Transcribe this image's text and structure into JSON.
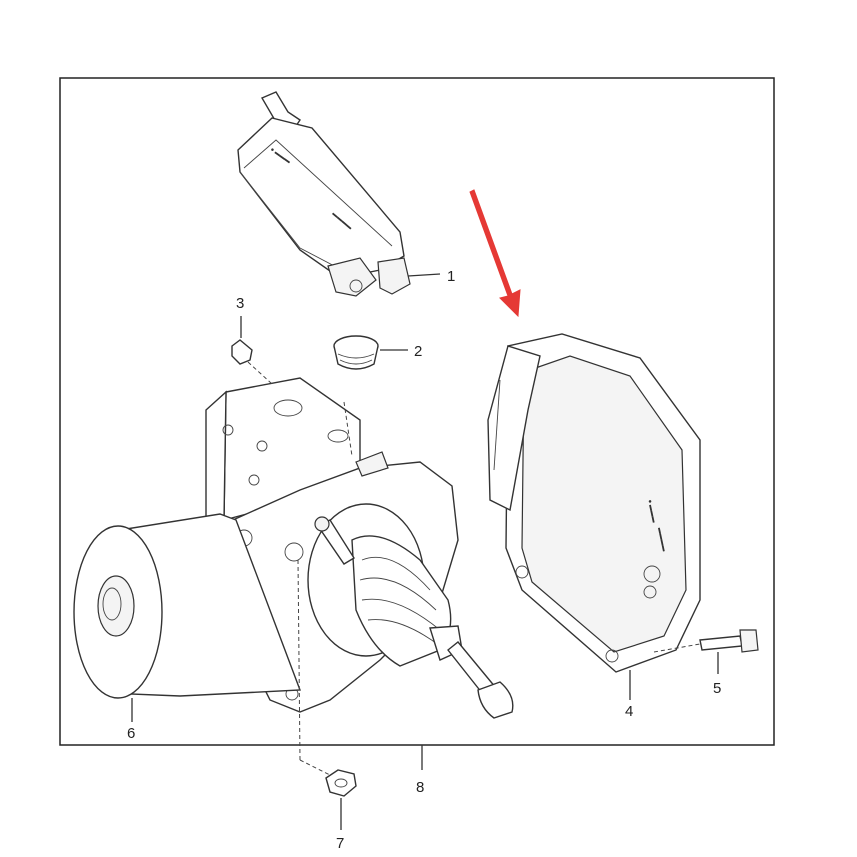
{
  "callouts": {
    "c1": "1",
    "c2": "2",
    "c3": "3",
    "c4": "4",
    "c5": "5",
    "c6": "6",
    "c7": "7",
    "c8": "8"
  },
  "colors": {
    "arrow": "#e53935",
    "line": "#333333",
    "background": "#ffffff"
  }
}
